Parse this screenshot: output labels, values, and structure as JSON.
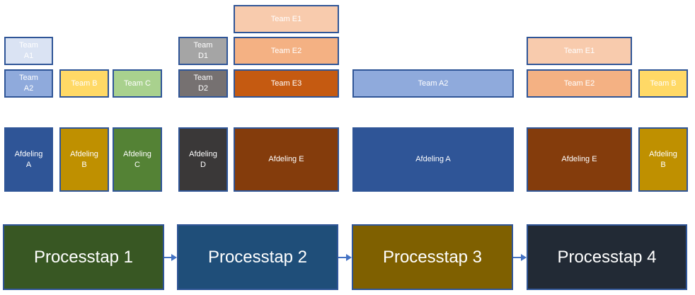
{
  "colors": {
    "border": "#2f5597",
    "arrow": "#4472c4"
  },
  "teams": [
    {
      "label": "Team\nA1",
      "bg": "#dae3f3"
    },
    {
      "label": "Team\nA2",
      "bg": "#8faadc"
    },
    {
      "label": "Team B",
      "bg": "#ffd966"
    },
    {
      "label": "Team C",
      "bg": "#a9d18e"
    },
    {
      "label": "Team\nD1",
      "bg": "#a5a5a5"
    },
    {
      "label": "Team\nD2",
      "bg": "#767171"
    },
    {
      "label": "Team E1",
      "bg": "#f8cbad"
    },
    {
      "label": "Team E2",
      "bg": "#f4b183"
    },
    {
      "label": "Team E3",
      "bg": "#c55a11"
    },
    {
      "label": "Team A2",
      "bg": "#8faadc"
    },
    {
      "label": "Team E1",
      "bg": "#f8cbad"
    },
    {
      "label": "Team E2",
      "bg": "#f4b183"
    },
    {
      "label": "Team B",
      "bg": "#ffd966"
    }
  ],
  "departments": [
    {
      "label": "Afdeling\nA",
      "bg": "#2f5597"
    },
    {
      "label": "Afdeling\nB",
      "bg": "#bf9000"
    },
    {
      "label": "Afdeling\nC",
      "bg": "#548235"
    },
    {
      "label": "Afdeling\nD",
      "bg": "#3a3838"
    },
    {
      "label": "Afdeling E",
      "bg": "#843c0c"
    },
    {
      "label": "Afdeling A",
      "bg": "#2f5597"
    },
    {
      "label": "Afdeling E",
      "bg": "#843c0c"
    },
    {
      "label": "Afdeling\nB",
      "bg": "#bf9000"
    }
  ],
  "steps": [
    {
      "label": "Processtap 1",
      "bg": "#385723"
    },
    {
      "label": "Processtap 2",
      "bg": "#1f4e79"
    },
    {
      "label": "Processtap 3",
      "bg": "#7f6000"
    },
    {
      "label": "Processtap 4",
      "bg": "#222a35"
    }
  ]
}
